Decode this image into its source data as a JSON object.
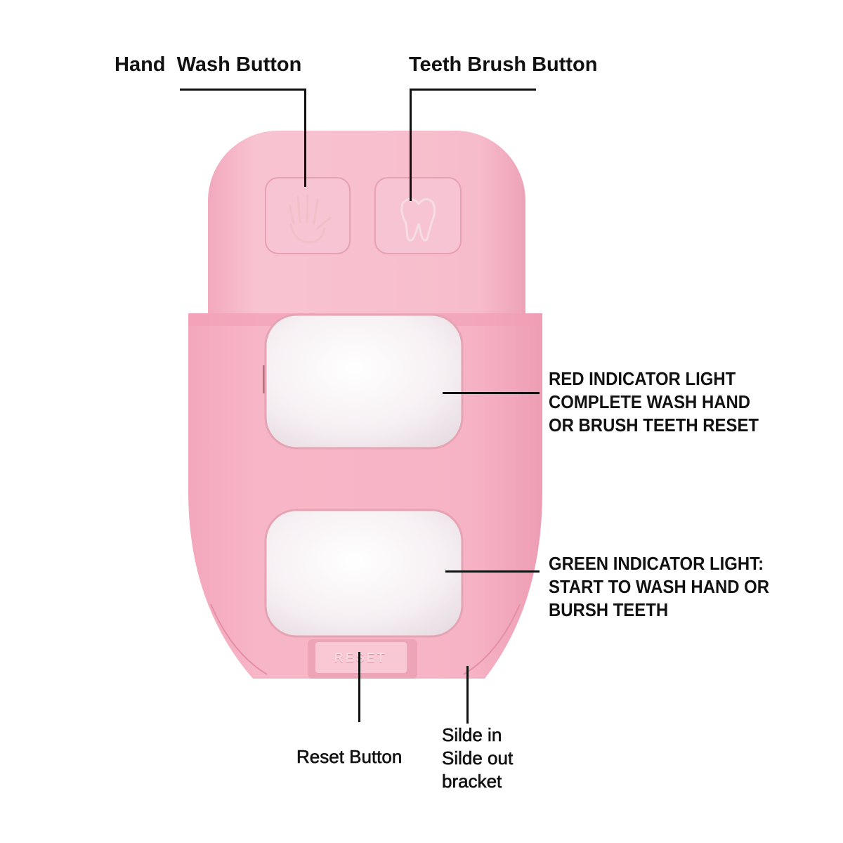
{
  "colors": {
    "body": "#f6b8c8",
    "body_shadow": "#e798ad",
    "light": "#f3eef2",
    "line": "#111111"
  },
  "callouts": {
    "hand_wash": "Hand  Wash Button",
    "teeth_brush": "Teeth Brush Button",
    "red_light": [
      "RED INDICATOR LIGHT",
      "COMPLETE WASH HAND",
      "OR BRUSH TEETH RESET"
    ],
    "green_light": [
      "GREEN INDICATOR LIGHT:",
      "START TO WASH HAND OR",
      "BURSH TEETH"
    ],
    "reset": "Reset Button",
    "bracket": [
      "Silde in",
      "Silde out",
      "bracket"
    ]
  },
  "device": {
    "reset_key_text": "RESET"
  },
  "icons": {
    "hand": "hand-icon",
    "tooth": "tooth-icon"
  }
}
